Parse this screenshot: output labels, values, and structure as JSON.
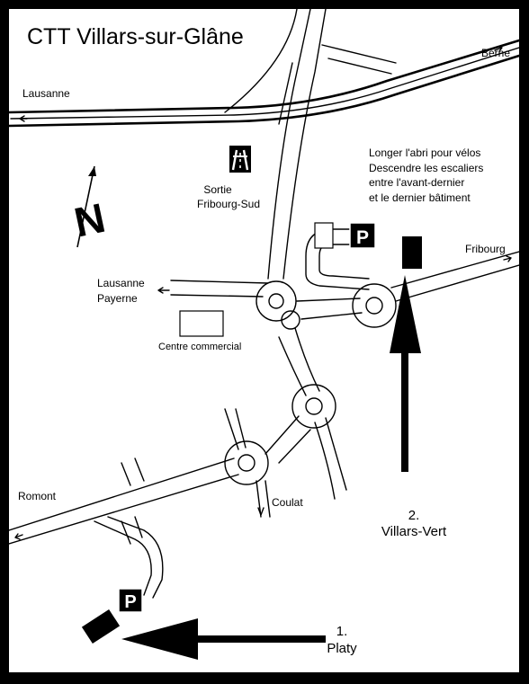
{
  "title": "CTT Villars-sur-Glâne",
  "places": {
    "berne": "Berne",
    "lausanne": "Lausanne",
    "fribourg": "Fribourg",
    "lausanne_payerne_1": "Lausanne",
    "lausanne_payerne_2": "Payerne",
    "romont": "Romont",
    "coulat": "Coulat",
    "centre_commercial": "Centre commercial"
  },
  "exit": {
    "line1": "Sortie",
    "line2": "Fribourg-Sud"
  },
  "instructions": [
    "Longer l'abri pour vélos",
    "Descendre les escaliers",
    "entre l'avant-dernier",
    "et le dernier bâtiment"
  ],
  "parking_label": "P",
  "north_label": "N",
  "route_villars": {
    "number": "2.",
    "name": "Villars-Vert"
  },
  "route_platy": {
    "number": "1.",
    "name": "Platy"
  },
  "colors": {
    "ink": "#000000",
    "paper": "#ffffff",
    "frame": "#000000"
  }
}
